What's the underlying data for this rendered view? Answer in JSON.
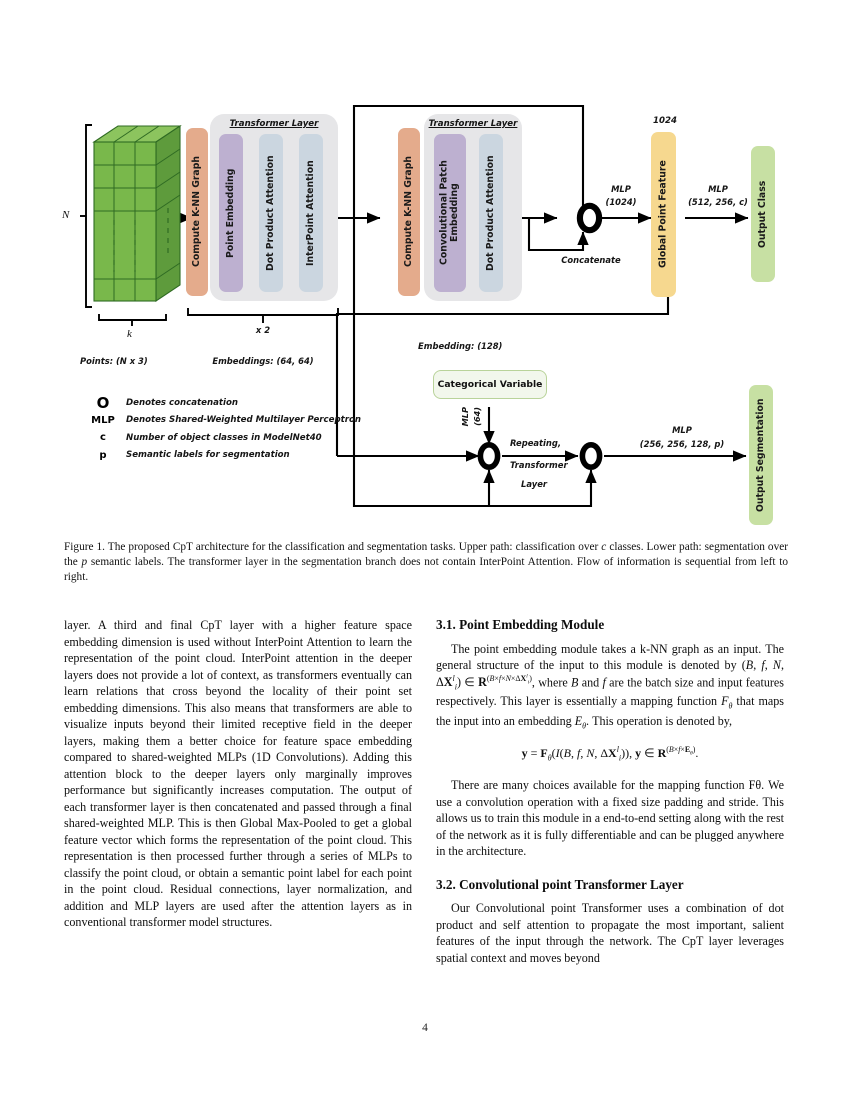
{
  "document": {
    "page_number": "4"
  },
  "figure": {
    "input": {
      "axis_n": "N",
      "axis_k": "k",
      "points_label": "Points: (N x 3)"
    },
    "stage1": {
      "knn_label": "Compute K-NN Graph",
      "transformer_title": "Transformer Layer",
      "block_a": "Point Embedding",
      "block_b": "Dot Product Attention",
      "block_c": "InterPoint Attention",
      "repeat_label": "x 2",
      "embeddings_label": "Embeddings: (64, 64)"
    },
    "stage2": {
      "knn_label": "Compute K-NN Graph",
      "transformer_title": "Transformer Layer",
      "block_a": "Convolutional Patch Embedding",
      "block_b": "Dot Product Attention",
      "embedding_label": "Embedding: (128)"
    },
    "classification": {
      "concat_label": "Concatenate",
      "mlp_1": "MLP",
      "mlp_1_dims": "(1024)",
      "global_feature_dim": "1024",
      "global_feature_label": "Global Point Feature",
      "mlp_2": "MLP",
      "mlp_2_dims": "(512, 256, c)",
      "output_label": "Output Class"
    },
    "segmentation": {
      "categorical_variable": "Categorical Variable",
      "mlp_cat": "MLP",
      "mlp_cat_dims": "(64)",
      "repeating_line1": "Repeating,",
      "repeating_line2": "Transformer",
      "repeating_line3": "Layer",
      "mlp_out": "MLP",
      "mlp_out_dims": "(256, 256, 128, p)",
      "output_label": "Output Segmentation"
    },
    "legend": [
      {
        "symbol": "O",
        "symbol_kind": "concat-ring",
        "text": "Denotes concatenation"
      },
      {
        "symbol": "MLP",
        "symbol_kind": "text",
        "text": "Denotes Shared-Weighted Multilayer Perceptron"
      },
      {
        "symbol": "c",
        "symbol_kind": "text",
        "text": "Number of object classes in ModelNet40"
      },
      {
        "symbol": "p",
        "symbol_kind": "text",
        "text": "Semantic labels for segmentation"
      }
    ],
    "colors": {
      "knn": "#e4ab8c",
      "embedding": "#bdb0d0",
      "attention": "#cbd6e0",
      "global_feature": "#f6d88f",
      "output": "#c7e0a3",
      "transformer_group": "#e6e6e8",
      "point_cloud": "#76b44a",
      "line": "#000000"
    }
  },
  "caption": {
    "text_1": "Figure 1. The proposed CpT architecture for the classification and segmentation tasks. Upper path: classification over ",
    "italic_c": "c",
    "text_2": " classes. Lower path: segmentation over the ",
    "italic_p": "p",
    "text_3": " semantic labels. The transformer layer in the segmentation branch does not contain InterPoint Attention. Flow of information is sequential from left to right."
  },
  "body": {
    "left_column": {
      "paragraph_1": "layer. A third and final CpT layer with a higher feature space embedding dimension is used without InterPoint Attention to learn the representation of the point cloud. InterPoint attention in the deeper layers does not provide a lot of context, as transformers eventually can learn relations that cross beyond the locality of their point set embedding dimensions. This also means that transformers are able to visualize inputs beyond their limited receptive field in the deeper layers, making them a better choice for feature space embedding compared to shared-weighted MLPs (1D Convolutions). Adding this attention block to the deeper layers only marginally improves performance but significantly increases computation. The output of each transformer layer is then concatenated and passed through a final shared-weighted MLP. This is then Global Max-Pooled to get a global feature vector which forms the representation of the point cloud. This representation is then processed further through a series of MLPs to classify the point cloud, or obtain a semantic point label for each point in the point cloud. Residual connections, layer normalization, and addition and MLP layers are used after the attention layers as in conventional transformer model structures."
    },
    "right_column": {
      "heading_1": "3.1. Point Embedding Module",
      "paragraph_1_a": "The point embedding module takes a k-NN graph as an input. The general structure of the input to this module is denoted by ",
      "paragraph_1_b": ", where ",
      "paragraph_1_c": " and ",
      "paragraph_1_d": " are the batch size and input features respectively. This layer is essentially a mapping function ",
      "paragraph_1_e": " that maps the input into an embedding ",
      "paragraph_1_f": ". This operation is denoted by,",
      "paragraph_2": "There are many choices available for the mapping function Fθ. We use a convolution operation with a fixed size padding and stride. This allows us to train this module in a end-to-end setting along with the rest of the network as it is fully differentiable and can be plugged anywhere in the architecture.",
      "heading_2": "3.2. Convolutional point Transformer Layer",
      "paragraph_3": "Our Convolutional point Transformer uses a combination of dot product and self attention to propagate the most important, salient features of the input through the network. The CpT layer leverages spatial context and moves beyond"
    }
  }
}
